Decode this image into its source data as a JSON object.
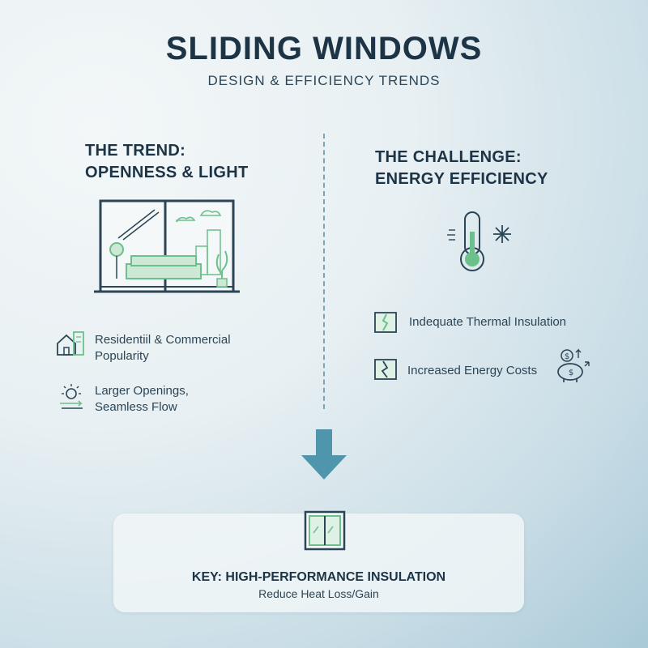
{
  "header": {
    "title": "SLIDING WINDOWS",
    "subtitle": "DESIGN & EFFICIENCY TRENDS"
  },
  "trend": {
    "heading_line1": "THE TREND:",
    "heading_line2": "OPENNESS & LIGHT",
    "items": [
      {
        "icon": "buildings-icon",
        "line1": "Residentiil & Commercial",
        "line2": "Popularity"
      },
      {
        "icon": "sun-flow-icon",
        "line1": "Larger Openings,",
        "line2": "Seamless Flow"
      }
    ]
  },
  "challenge": {
    "heading_line1": "THE CHALLENGE:",
    "heading_line2": "ENERGY EFFICIENCY",
    "items": [
      {
        "icon": "cracked-insulation-icon",
        "text": "Indequate Thermal Insulation"
      },
      {
        "icon": "broken-wall-icon",
        "text": "Increased Energy Costs"
      }
    ]
  },
  "key": {
    "title": "KEY: HIGH-PERFORMANCE INSULATION",
    "subtitle": "Reduce Heat Loss/Gain"
  },
  "colors": {
    "navy": "#1d3447",
    "green": "#6cc08b",
    "arrow": "#4f96ad",
    "divider": "#7fa3b3"
  }
}
